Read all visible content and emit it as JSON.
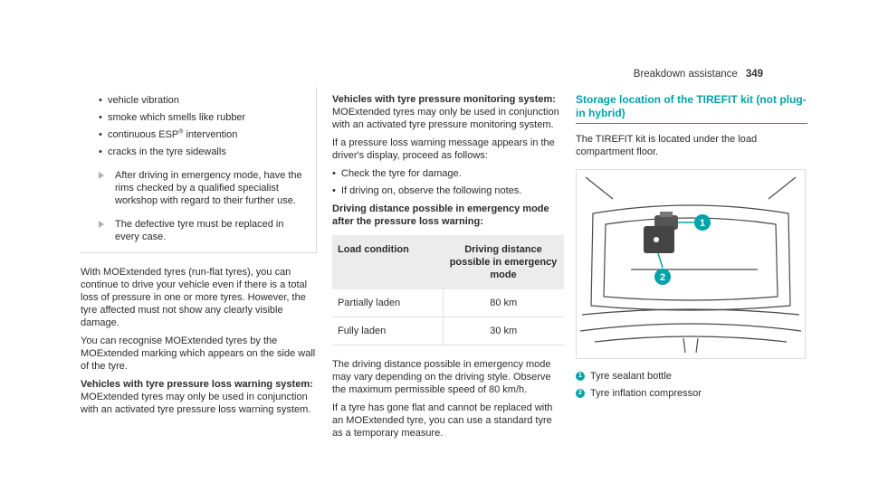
{
  "header": {
    "section": "Breakdown assistance",
    "page": "349"
  },
  "col1": {
    "bullets": [
      "vehicle vibration",
      "smoke which smells like rubber",
      "continuous ESP",
      "cracks in the tyre sidewalls"
    ],
    "esp_suffix": " intervention",
    "registered": "®",
    "steps": [
      "After driving in emergency mode, have the rims checked by a qualified specialist workshop with regard to their further use.",
      "The defective tyre must be replaced in every case."
    ],
    "para1": "With MOExtended tyres (run-flat tyres), you can continue to drive your vehicle even if there is a total loss of pressure in one or more tyres. However, the tyre affected must not show any clearly visible damage.",
    "para2": "You can recognise MOExtended tyres by the MOExtended marking which appears on the side wall of the tyre.",
    "heading": "Vehicles with tyre pressure loss warning system:",
    "para3": "MOExtended tyres may only be used in conjunction with an activated tyre pressure loss warning system."
  },
  "col2": {
    "heading1": "Vehicles with tyre pressure monitoring system:",
    "para1": "MOExtended tyres may only be used in conjunction with an activated tyre pressure monitoring system.",
    "para2": "If a pressure loss warning message appears in the driver's display, proceed as follows:",
    "bullets": [
      "Check the tyre for damage.",
      "If driving on, observe the following notes."
    ],
    "heading2": "Driving distance possible in emergency mode after the pressure loss warning:",
    "table": {
      "headers": [
        "Load condition",
        "Driving distance possible in emergency mode"
      ],
      "rows": [
        {
          "condition": "Partially laden",
          "distance": "80 km"
        },
        {
          "condition": "Fully laden",
          "distance": "30 km"
        }
      ]
    },
    "para3": "The driving distance possible in emergency mode may vary depending on the driving style. Observe the maximum permissible speed of 80 km/h.",
    "para4": "If a tyre has gone flat and cannot be replaced with an MOExtended tyre, you can use a standard tyre as a temporary measure."
  },
  "col3": {
    "heading": "Storage location of the TIREFIT kit (not plug-in hybrid)",
    "para": "The TIREFIT kit is located under the load compartment floor.",
    "figure": {
      "callout1": "1",
      "callout2": "2"
    },
    "captions": [
      {
        "num": "1",
        "text": "Tyre sealant bottle"
      },
      {
        "num": "2",
        "text": "Tyre inflation compressor"
      }
    ]
  },
  "colors": {
    "accent": "#00a3a8",
    "text": "#2b2b2b",
    "table_header": "#ececec"
  },
  "icons": [
    "step-arrow-icon",
    "bullet-icon",
    "callout-badge-icon"
  ]
}
